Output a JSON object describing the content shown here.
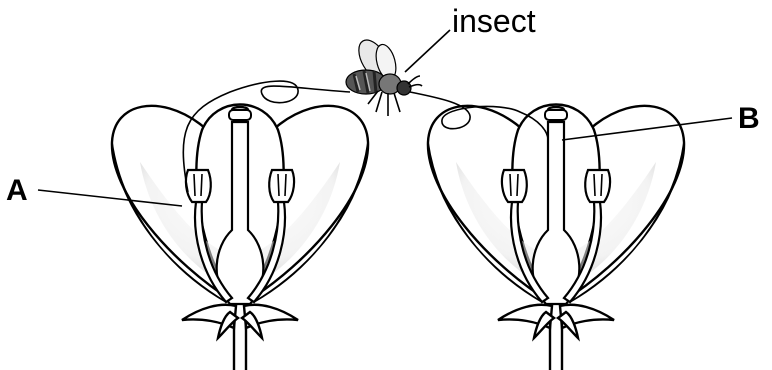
{
  "labels": {
    "insect": "insect",
    "a": "A",
    "b": "B"
  },
  "colors": {
    "stroke": "#000000",
    "background": "#ffffff",
    "shade_dark": "#8c8c8c",
    "shade_light": "#f2f2f2"
  }
}
